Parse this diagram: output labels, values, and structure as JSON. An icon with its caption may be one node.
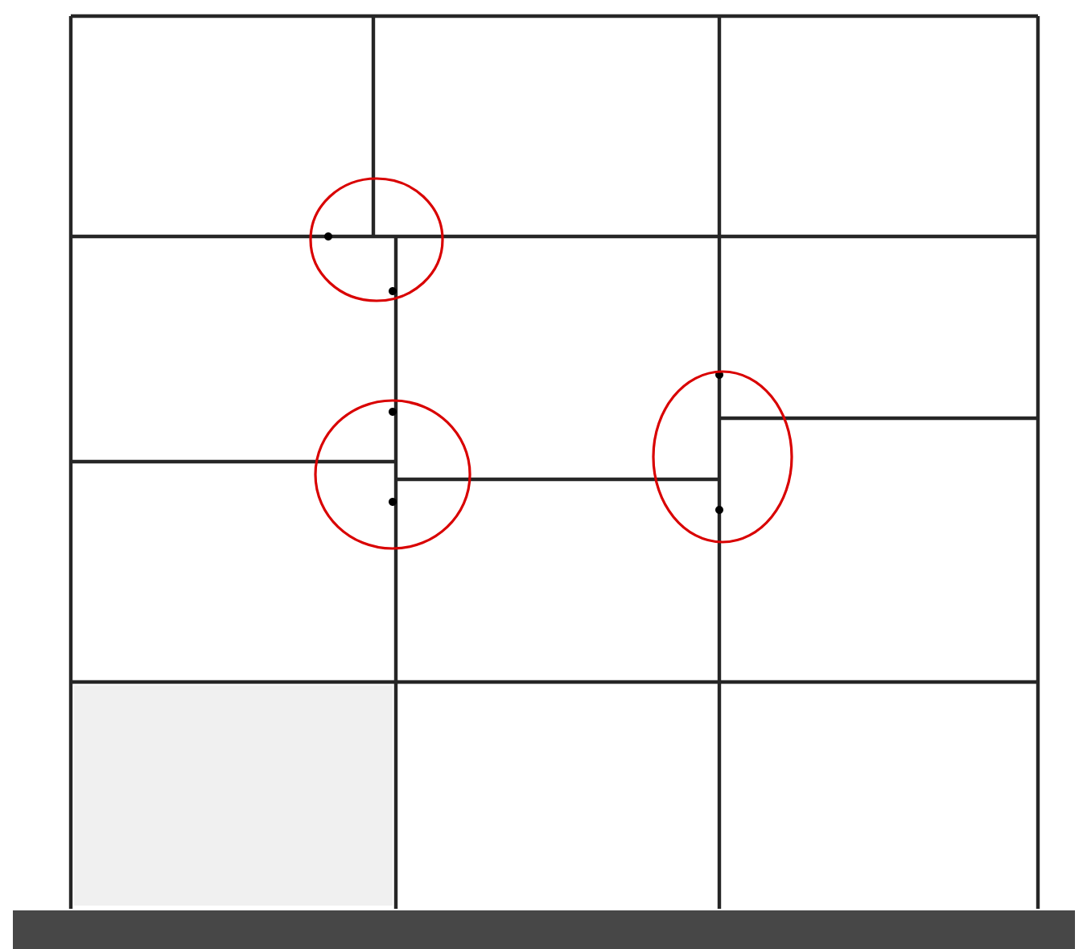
{
  "diagram": {
    "nodes": [
      {
        "text": [],
        "shape": "circle"
      },
      {
        "text": [],
        "shape": "circle"
      },
      {
        "text": [],
        "shape": "circle"
      },
      {
        "text": [],
        "shape": "bar"
      }
    ]
  }
}
